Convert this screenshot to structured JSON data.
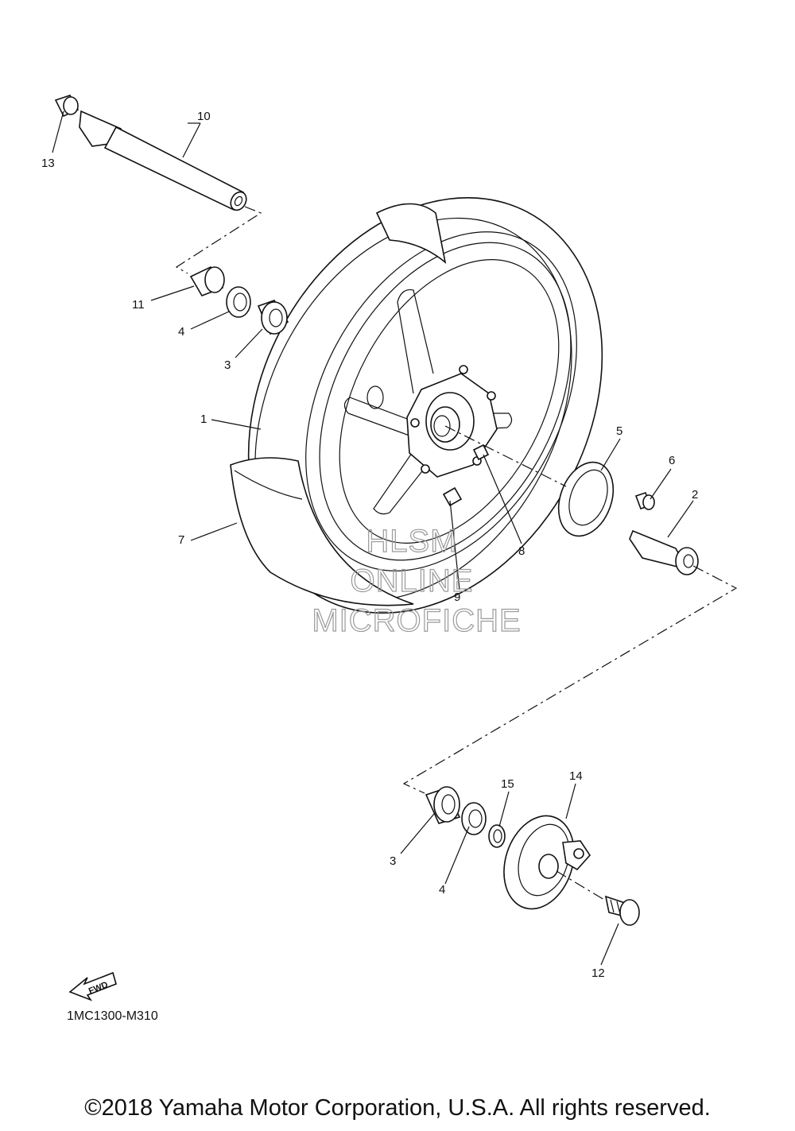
{
  "labels": {
    "c1": "1",
    "c2": "2",
    "c3a": "3",
    "c3b": "3",
    "c4a": "4",
    "c4b": "4",
    "c5": "5",
    "c6": "6",
    "c7": "7",
    "c8": "8",
    "c9": "9",
    "c10": "10",
    "c11": "11",
    "c12": "12",
    "c13": "13",
    "c14": "14",
    "c15": "15"
  },
  "watermark": {
    "line1": "HLSM",
    "line2": "ONLINE",
    "line3": "MICROFICHE"
  },
  "fwd_label": "FWD",
  "diagram_code": "1MC1300-M310",
  "copyright": "©2018 Yamaha Motor Corporation, U.S.A. All rights reserved."
}
